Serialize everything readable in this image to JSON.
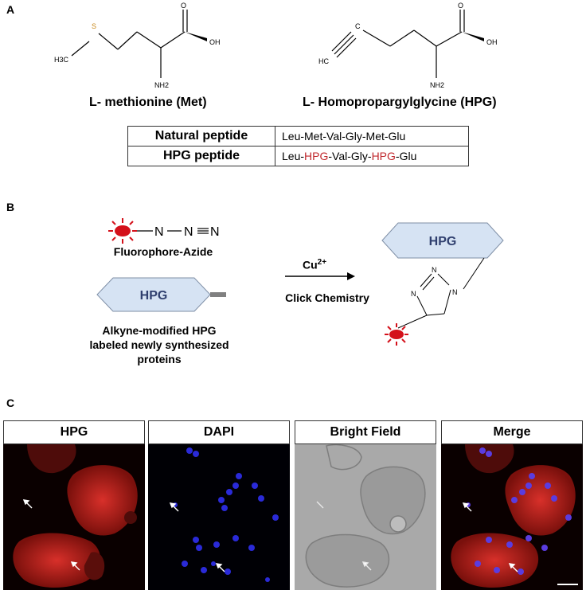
{
  "panels": {
    "a": "A",
    "b": "B",
    "c": "C"
  },
  "met": {
    "atoms": {
      "s": "S",
      "ch3": "H3C",
      "o": "O",
      "oh": "OH",
      "nh2": "NH2"
    },
    "name": "L- methionine (Met)"
  },
  "hpg": {
    "atoms": {
      "c": "C",
      "hc": "HC",
      "o": "O",
      "oh": "OH",
      "nh2": "NH2"
    },
    "name": "L- Homopropargylglycine (HPG)"
  },
  "peptide_table": {
    "rows": [
      {
        "header": "Natural peptide",
        "parts": [
          "Leu-Met-Val-Gly-Met-Glu"
        ]
      },
      {
        "header": "HPG peptide",
        "parts": [
          "Leu-",
          "HPG",
          "-Val-Gly-",
          "HPG",
          "-Glu"
        ]
      }
    ]
  },
  "click": {
    "azide_atoms": [
      "N",
      "N",
      "N"
    ],
    "azide_label": "Fluorophore-Azide",
    "hpg_box": "HPG",
    "alkyne_caption": [
      "Alkyne-modified HPG",
      "labeled newly synthesized",
      "proteins"
    ],
    "catalyst": "Cu",
    "catalyst_charge": "2+",
    "reaction_label": "Click Chemistry",
    "product_box": "HPG",
    "product_atoms": [
      "N",
      "N",
      "N"
    ]
  },
  "microscopy": {
    "panels": [
      {
        "title": "HPG"
      },
      {
        "title": "DAPI"
      },
      {
        "title": "Bright Field"
      },
      {
        "title": "Merge"
      }
    ]
  },
  "colors": {
    "accent_red": "#c0282d",
    "hex_fill": "#d6e3f3",
    "hex_text": "#2f3f6e",
    "fluor": "#d4101a"
  }
}
